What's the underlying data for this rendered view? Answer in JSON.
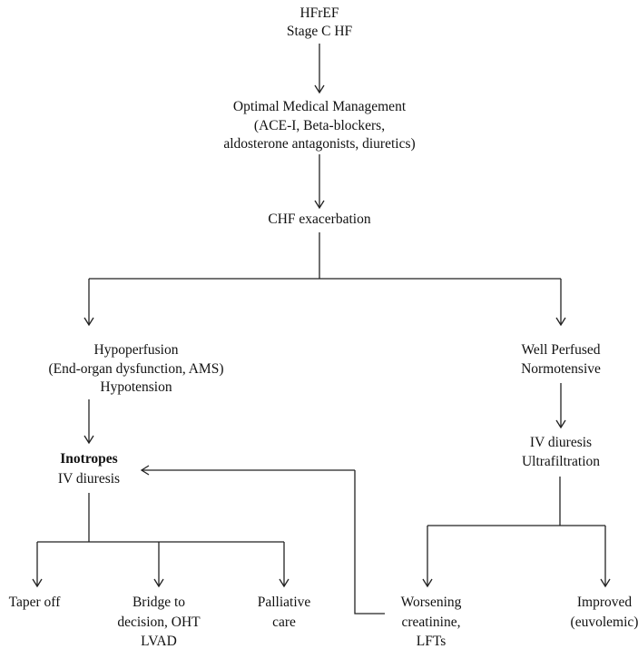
{
  "nodes": {
    "root": [
      "HFrEF",
      "Stage C HF"
    ],
    "omm": [
      "Optimal Medical Management",
      "(ACE-I, Beta-blockers,",
      "aldosterone antagonists, diuretics)"
    ],
    "chf": [
      "CHF exacerbation"
    ],
    "hypo": [
      "Hypoperfusion",
      "(End-organ dysfunction, AMS)",
      "Hypotension"
    ],
    "well": [
      "Well Perfused",
      "Normotensive"
    ],
    "ino": [
      "Inotropes",
      "IV diuresis"
    ],
    "ivd": [
      "IV diuresis",
      "Ultrafiltration"
    ],
    "taper": [
      "Taper off"
    ],
    "bridge": [
      "Bridge to",
      "decision, OHT",
      "LVAD"
    ],
    "pall": [
      "Palliative",
      "care"
    ],
    "worse": [
      "Worsening",
      "creatinine,",
      "LFTs"
    ],
    "improved": [
      "Improved",
      "(euvolemic)"
    ]
  }
}
